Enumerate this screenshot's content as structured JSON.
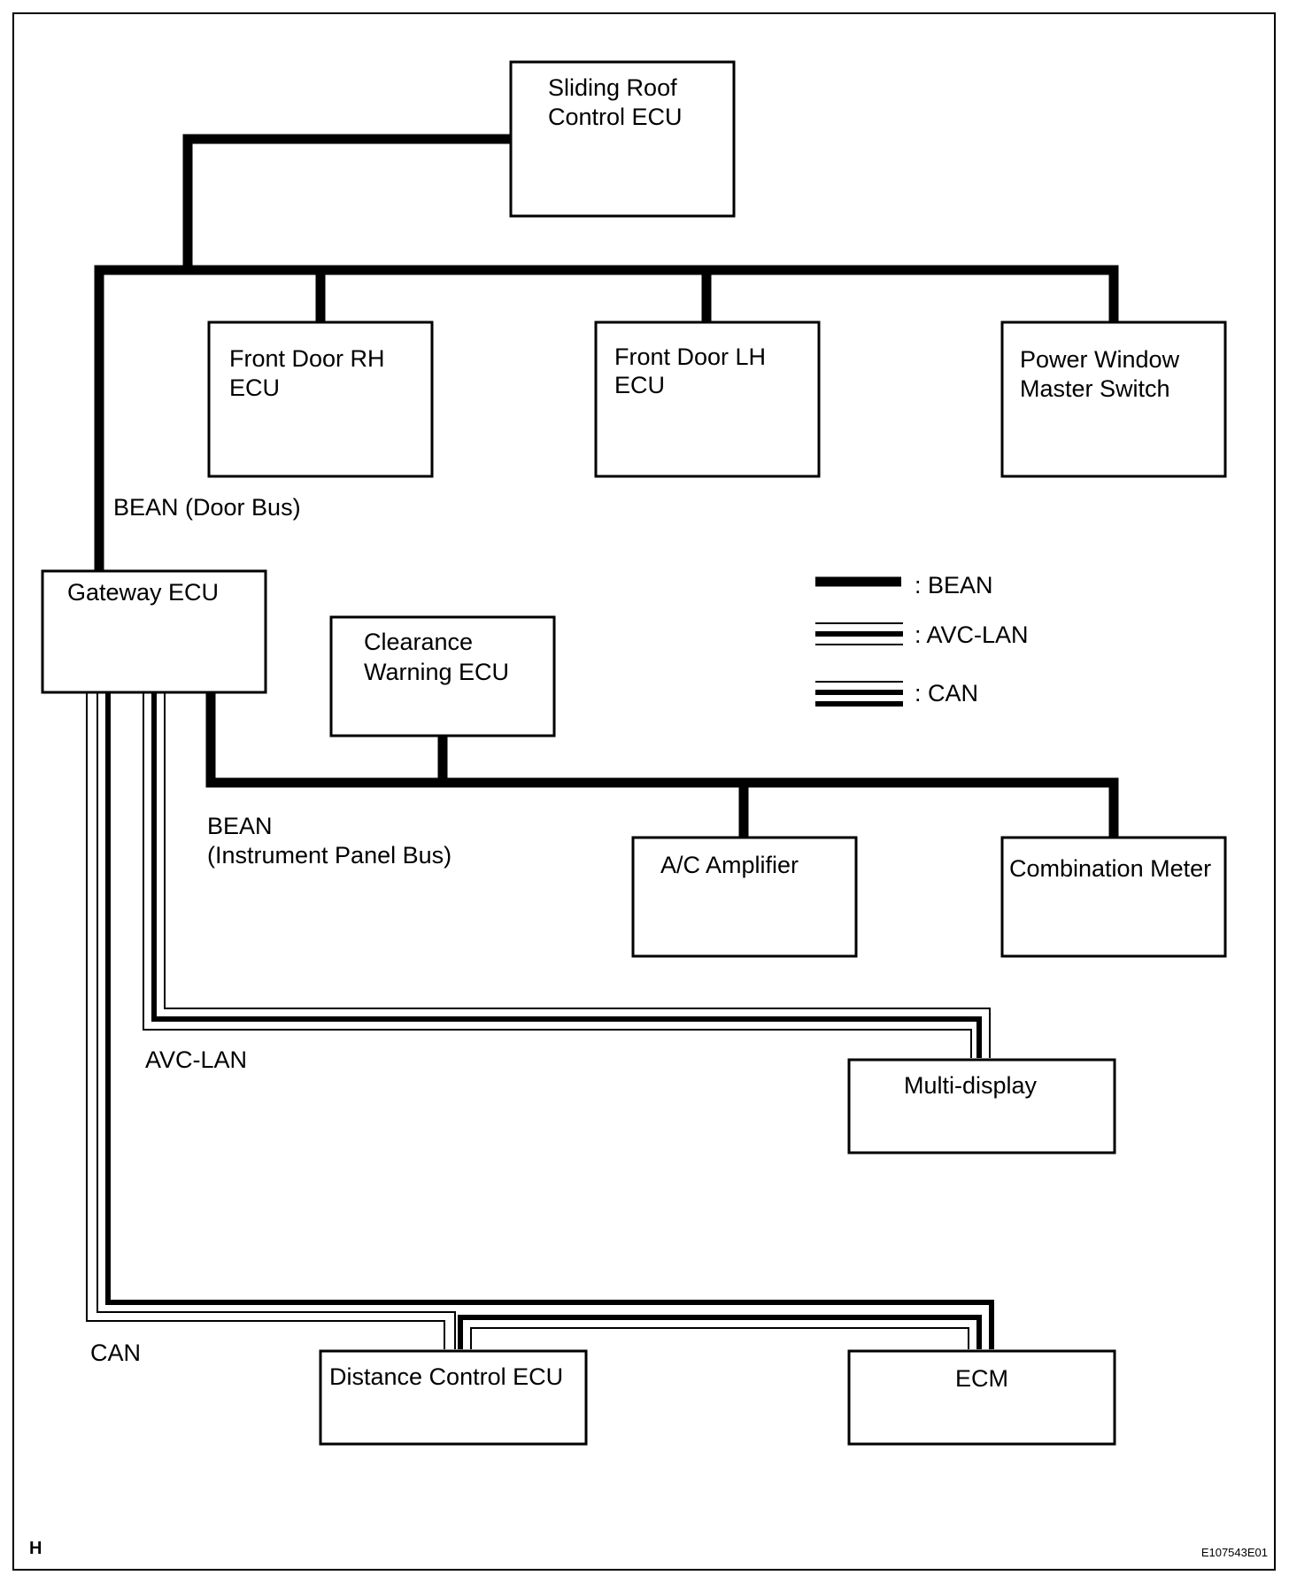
{
  "figure": {
    "corner_letter": "H",
    "code": "E107543E01"
  },
  "nodes": {
    "sliding_roof": [
      "Sliding Roof",
      "Control ECU"
    ],
    "front_door_rh": [
      "Front Door RH",
      "ECU"
    ],
    "front_door_lh": [
      "Front Door LH",
      "ECU"
    ],
    "power_window": [
      "Power Window",
      "Master Switch"
    ],
    "gateway": [
      "Gateway ECU"
    ],
    "clearance_warning": [
      "Clearance",
      "Warning ECU"
    ],
    "ac_amplifier": [
      "A/C Amplifier"
    ],
    "combination_meter": [
      "Combination Meter"
    ],
    "multi_display": [
      "Multi-display"
    ],
    "distance_control": [
      "Distance Control ECU"
    ],
    "ecm": [
      "ECM"
    ]
  },
  "bus_labels": {
    "bean_door": [
      "BEAN (Door Bus)"
    ],
    "bean_instrument": [
      "BEAN",
      "(Instrument Panel Bus)"
    ],
    "avc_lan": [
      "AVC-LAN"
    ],
    "can": [
      "CAN"
    ]
  },
  "legend": {
    "bean": ": BEAN",
    "avc_lan": ": AVC-LAN",
    "can": ": CAN"
  }
}
